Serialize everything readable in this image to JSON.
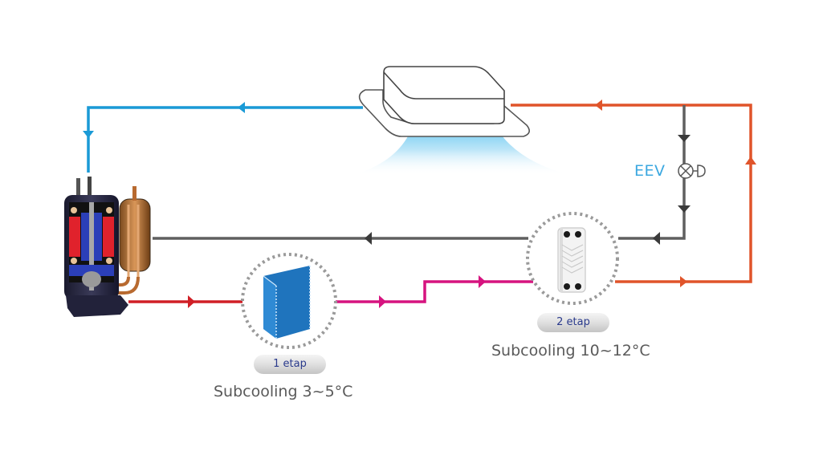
{
  "diagram": {
    "title": "Refrigerant circuit with two-stage subcooling",
    "components": {
      "indoor_unit": "cassette-indoor-unit",
      "compressor": "rotary-compressor",
      "valve": "EEV",
      "stage1_exchanger": "subcooling-coil",
      "stage2_exchanger": "plate-heat-exchanger"
    },
    "labels": {
      "eev": "EEV",
      "stage1_badge": "1 etap",
      "stage2_badge": "2 etap",
      "stage1_caption": "Subcooling 3~5°C",
      "stage2_caption": "Subcooling 10~12°C"
    },
    "lines": [
      {
        "name": "suction-line",
        "color": "#1a9ad6",
        "direction": "indoor-to-compressor"
      },
      {
        "name": "liquid-line",
        "color": "#e0542a",
        "direction": "exchanger-to-indoor"
      },
      {
        "name": "vapor-return-line",
        "color": "#5f5f5f",
        "direction": "eev-to-compressor"
      },
      {
        "name": "discharge-line",
        "color": "#d01f26",
        "direction": "compressor-to-stage1"
      },
      {
        "name": "intermediate-line",
        "color": "#d6137f",
        "direction": "stage1-to-stage2"
      }
    ],
    "colors": {
      "blue": "#1a9ad6",
      "orange": "#e0542a",
      "gray": "#5f5f5f",
      "red": "#d01f26",
      "magenta": "#d6137f",
      "eev_text": "#3ca8e0",
      "badge_text": "#2a3a8c"
    }
  }
}
